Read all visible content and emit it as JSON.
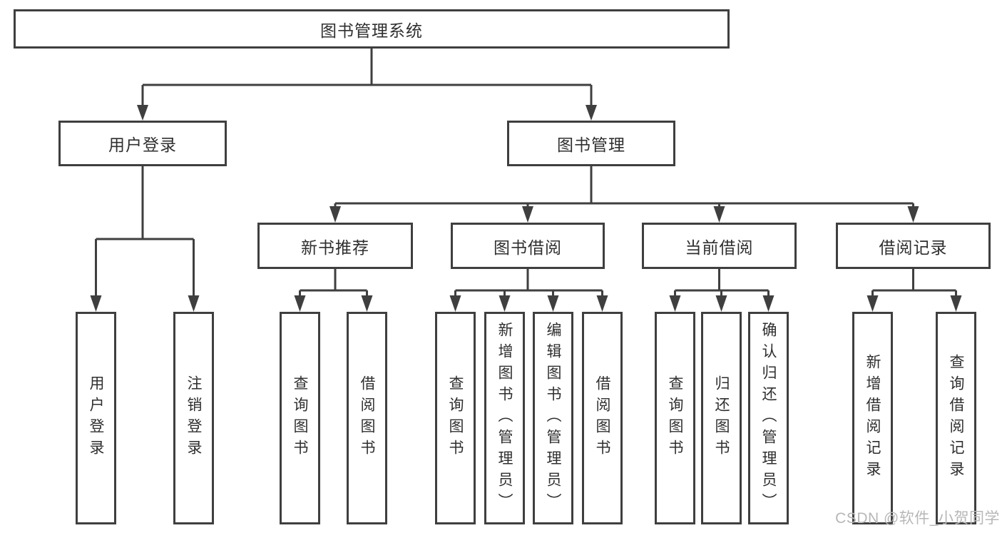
{
  "tree": {
    "label": "图书管理系统",
    "children": [
      {
        "label": "用户登录",
        "children": [
          {
            "label": "用户登录"
          },
          {
            "label": "注销登录"
          }
        ]
      },
      {
        "label": "图书管理",
        "children": [
          {
            "label": "新书推荐",
            "children": [
              {
                "label": "查询图书"
              },
              {
                "label": "借阅图书"
              }
            ]
          },
          {
            "label": "图书借阅",
            "children": [
              {
                "label": "查询图书"
              },
              {
                "label": "新增图书（管理员）"
              },
              {
                "label": "编辑图书（管理员）"
              },
              {
                "label": "借阅图书"
              }
            ]
          },
          {
            "label": "当前借阅",
            "children": [
              {
                "label": "查询图书"
              },
              {
                "label": "归还图书"
              },
              {
                "label": "确认归还（管理员）"
              }
            ]
          },
          {
            "label": "借阅记录",
            "children": [
              {
                "label": "新增借阅记录"
              },
              {
                "label": "查询借阅记录"
              }
            ]
          }
        ]
      }
    ]
  },
  "watermark": {
    "text": "CSDN @软件_小贺同学"
  },
  "colors": {
    "border": "#3f3f3f",
    "line": "#3f3f3f",
    "text": "#2f2f2f",
    "watermark": "#b7b7b7",
    "background": "#ffffff"
  }
}
